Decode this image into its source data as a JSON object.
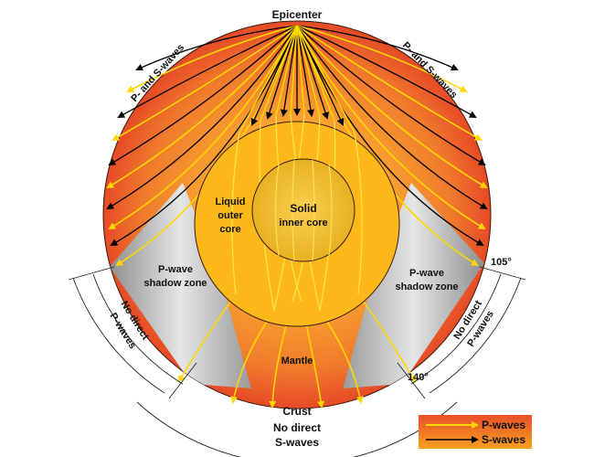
{
  "title": "Epicenter",
  "labels": {
    "epicenter": "Epicenter",
    "p_and_s_left": "P- and S-waves",
    "p_and_s_right": "P- and S-waves",
    "liquid_outer_core_1": "Liquid",
    "liquid_outer_core_2": "outer",
    "liquid_outer_core_3": "core",
    "solid_inner_core_1": "Solid",
    "solid_inner_core_2": "inner core",
    "shadow_left_1": "P-wave",
    "shadow_left_2": "shadow zone",
    "shadow_right_1": "P-wave",
    "shadow_right_2": "shadow zone",
    "mantle": "Mantle",
    "crust": "Crust",
    "no_direct_p_left_1": "No direct",
    "no_direct_p_left_2": "P-waves",
    "no_direct_p_right_1": "No direct",
    "no_direct_p_right_2": "P-waves",
    "no_direct_s_1": "No direct",
    "no_direct_s_2": "S-waves",
    "angle_105": "105°",
    "angle_140": "140°"
  },
  "legend": {
    "items": [
      {
        "label": "P-waves",
        "color": "#ffd700",
        "icon": "yellow-arrow"
      },
      {
        "label": "S-waves",
        "color": "#000000",
        "icon": "black-arrow"
      }
    ]
  },
  "colors": {
    "mantle_outer": "#e8502a",
    "mantle_inner": "#f5922a",
    "outer_core": "#fbb818",
    "inner_core": "#f0c030",
    "shadow_zone": "#b8b8b8",
    "p_wave": "#ffd700",
    "s_wave": "#000000"
  }
}
